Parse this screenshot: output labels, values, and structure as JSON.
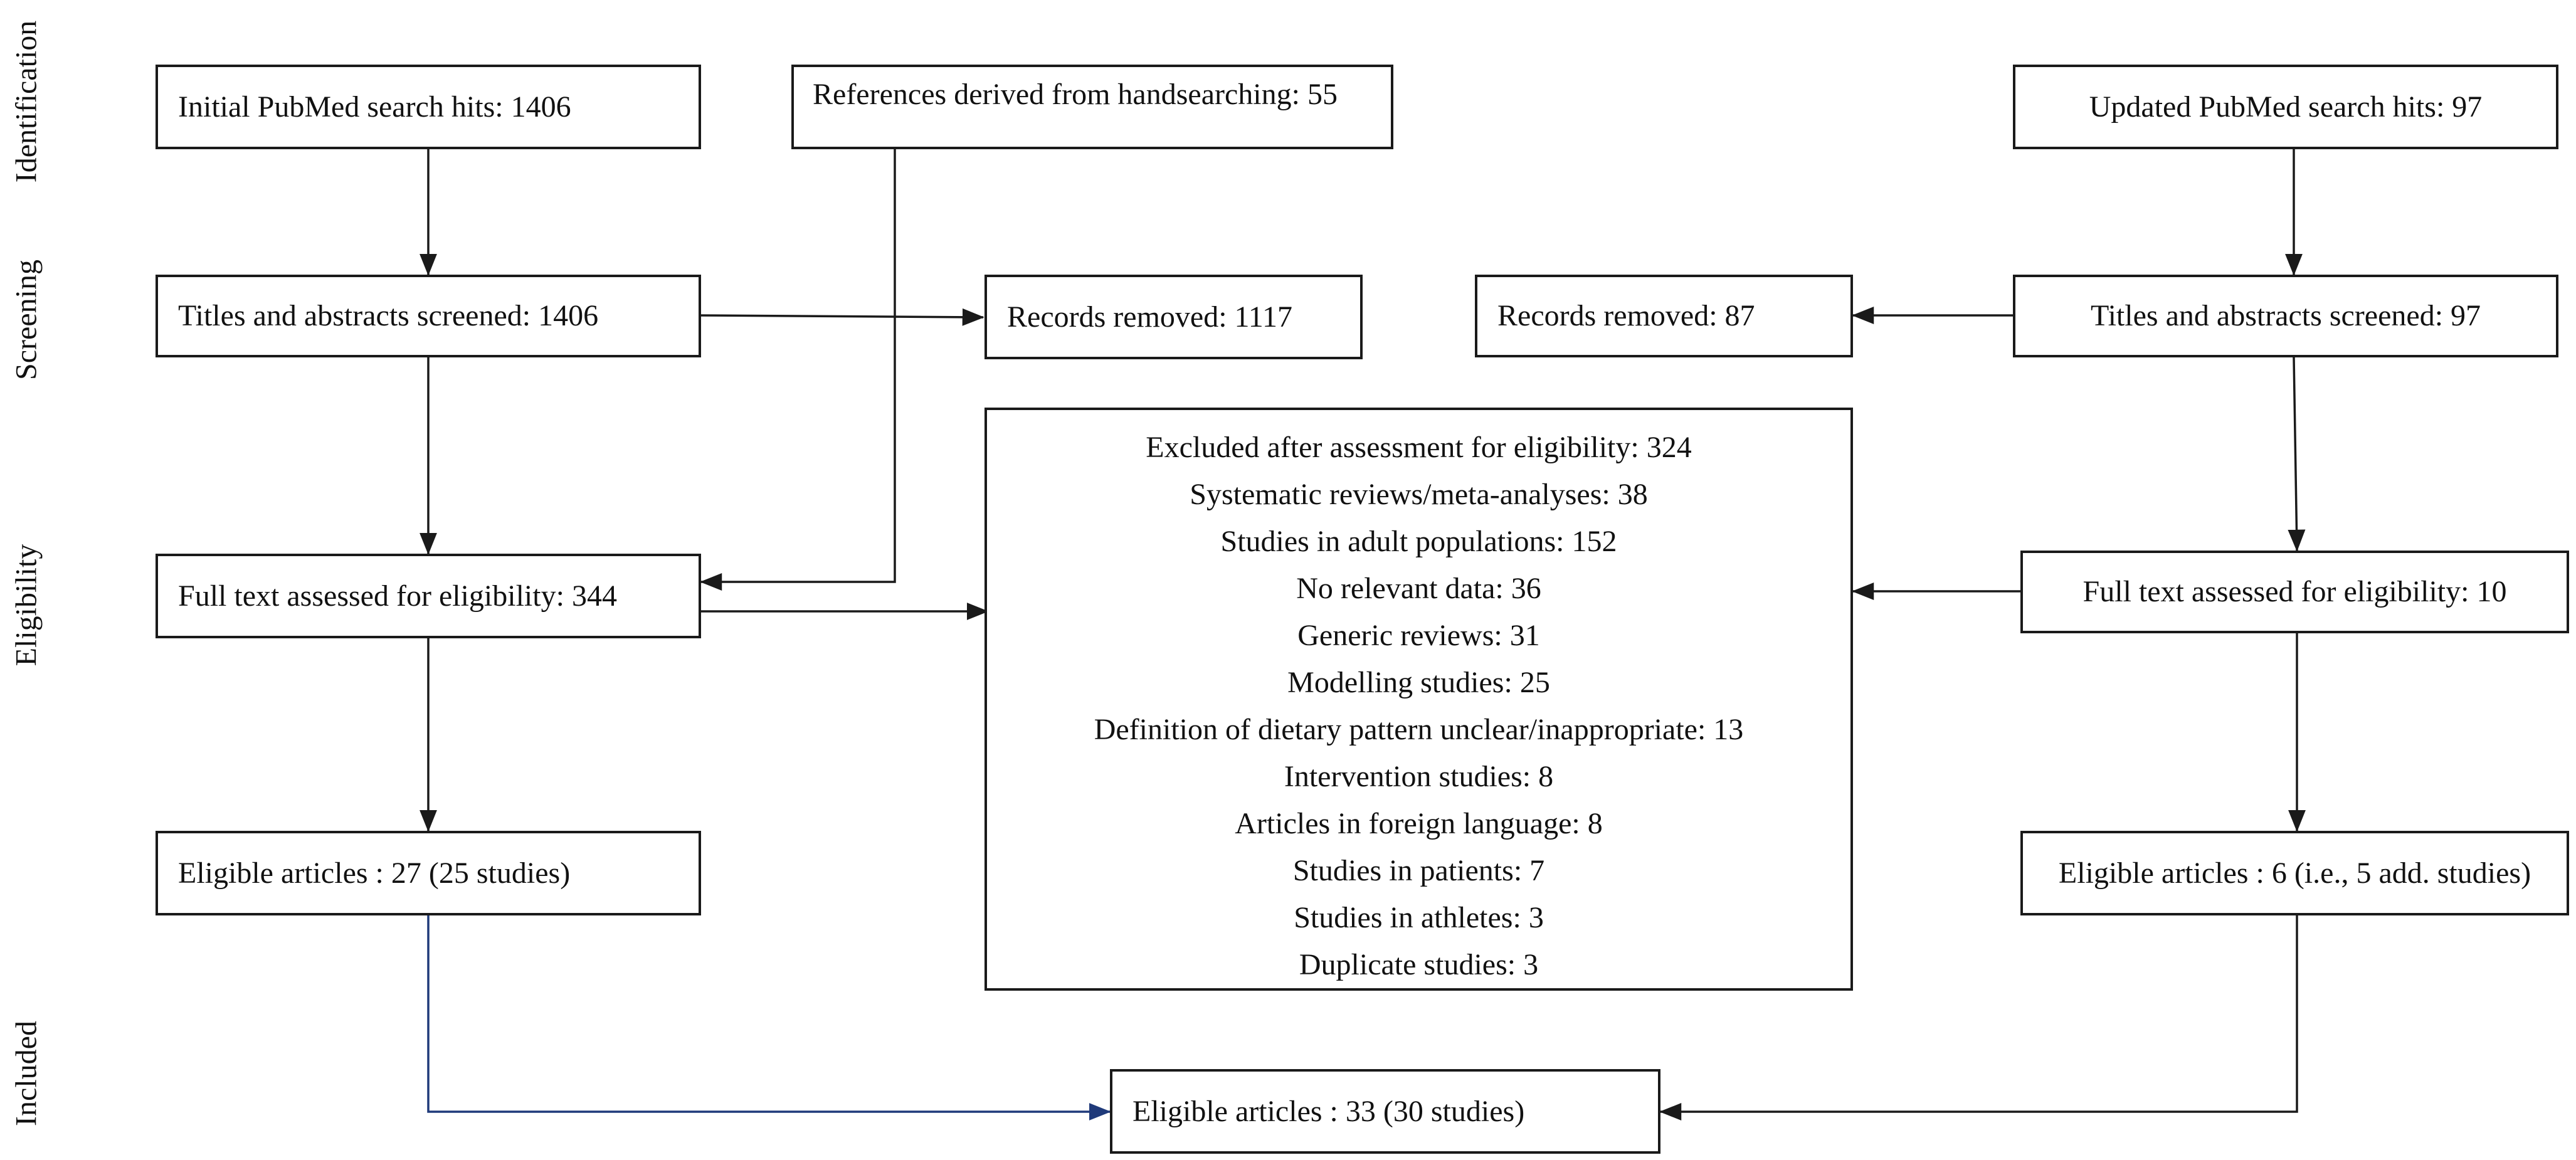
{
  "stages": {
    "identification": "Identification",
    "screening": "Screening",
    "eligibility": "Eligibility",
    "included": "Included"
  },
  "boxes": {
    "initial_search": "Initial PubMed search hits: 1406",
    "handsearching": "References derived from handsearching: 55",
    "updated_search": "Updated PubMed search hits: 97",
    "screened_left": "Titles and abstracts screened: 1406",
    "removed_left": "Records removed: 1117",
    "removed_right": "Records removed: 87",
    "screened_right": "Titles and abstracts screened: 97",
    "fulltext_left": "Full text assessed for eligibility: 344",
    "fulltext_right": "Full text assessed for eligibility: 10",
    "eligible_left": "Eligible articles : 27 (25 studies)",
    "eligible_right": "Eligible articles : 6 (i.e., 5 add. studies)",
    "eligible_total": "Eligible articles : 33 (30 studies)"
  },
  "excluded": {
    "title": "Excluded after assessment for eligibility: 324",
    "reasons": [
      "Systematic reviews/meta-analyses: 38",
      "Studies in adult populations: 152",
      "No relevant data: 36",
      "Generic reviews: 31",
      "Modelling studies: 25",
      "Definition of dietary pattern unclear/inappropriate: 13",
      "Intervention studies: 8",
      "Articles in foreign language: 8",
      "Studies in patients: 7",
      "Studies in athletes: 3",
      "Duplicate studies: 3"
    ]
  },
  "colors": {
    "line": "#1a1a1a",
    "accent_line": "#1f3a7a",
    "text": "#111111",
    "background": "#ffffff"
  }
}
